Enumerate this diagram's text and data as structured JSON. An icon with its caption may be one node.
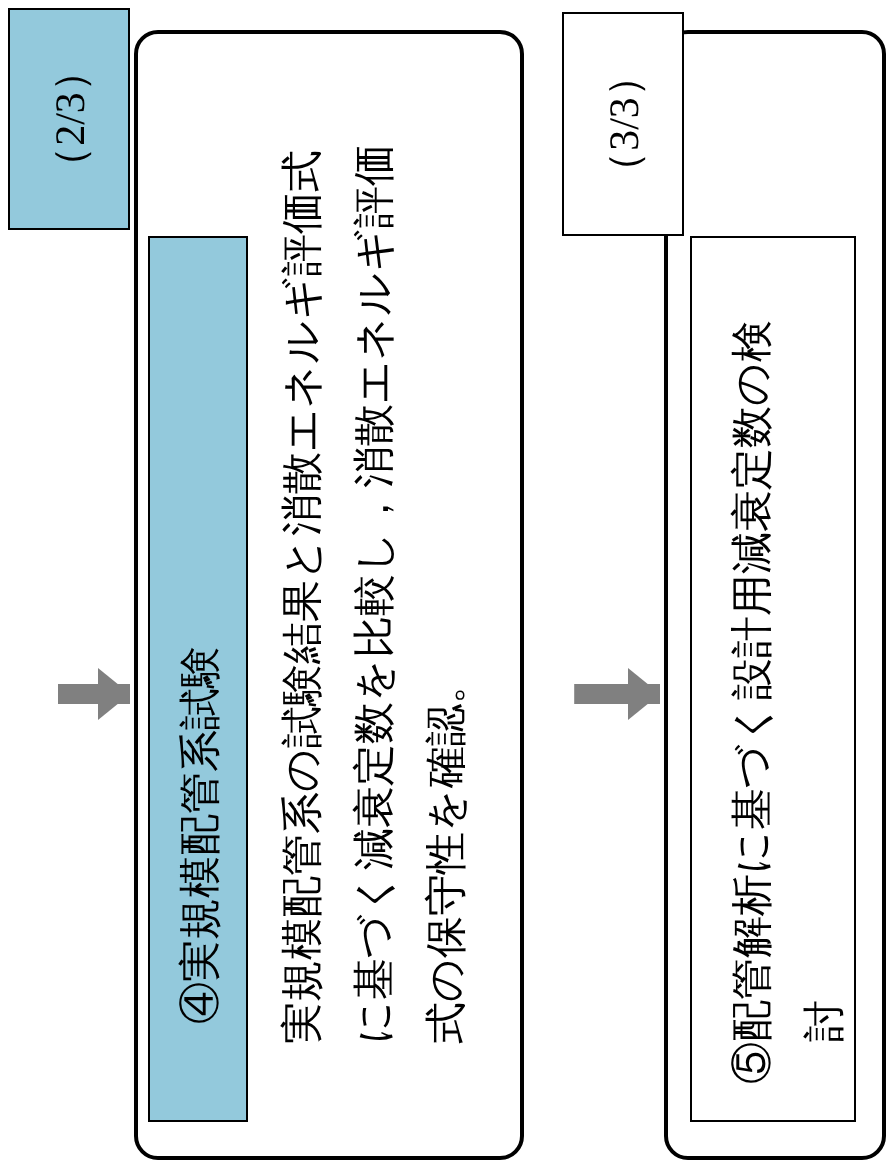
{
  "diagram": {
    "nodes": [
      {
        "text": [
          "（2/3）"
        ]
      },
      {
        "text": [
          "実規模配管系の試験結果と消散エネルギ評価式に基づく減衰定数を比較し，消散エネルギ評価式の保守性を確認。"
        ]
      },
      {
        "text": [
          "④実規模配管系試験"
        ],
        "in": 1
      },
      {
        "text": [
          "（3/3）"
        ]
      },
      {
        "text": [],
        "shape": "box"
      },
      {
        "text": [
          "⑤配管解析に基づく設計用減衰定数の検討"
        ],
        "in": 4
      }
    ],
    "edges": [
      {
        "from": null,
        "to": 1,
        "arrow": "to"
      },
      {
        "from": 1,
        "to": 4,
        "arrow": "to"
      }
    ]
  }
}
